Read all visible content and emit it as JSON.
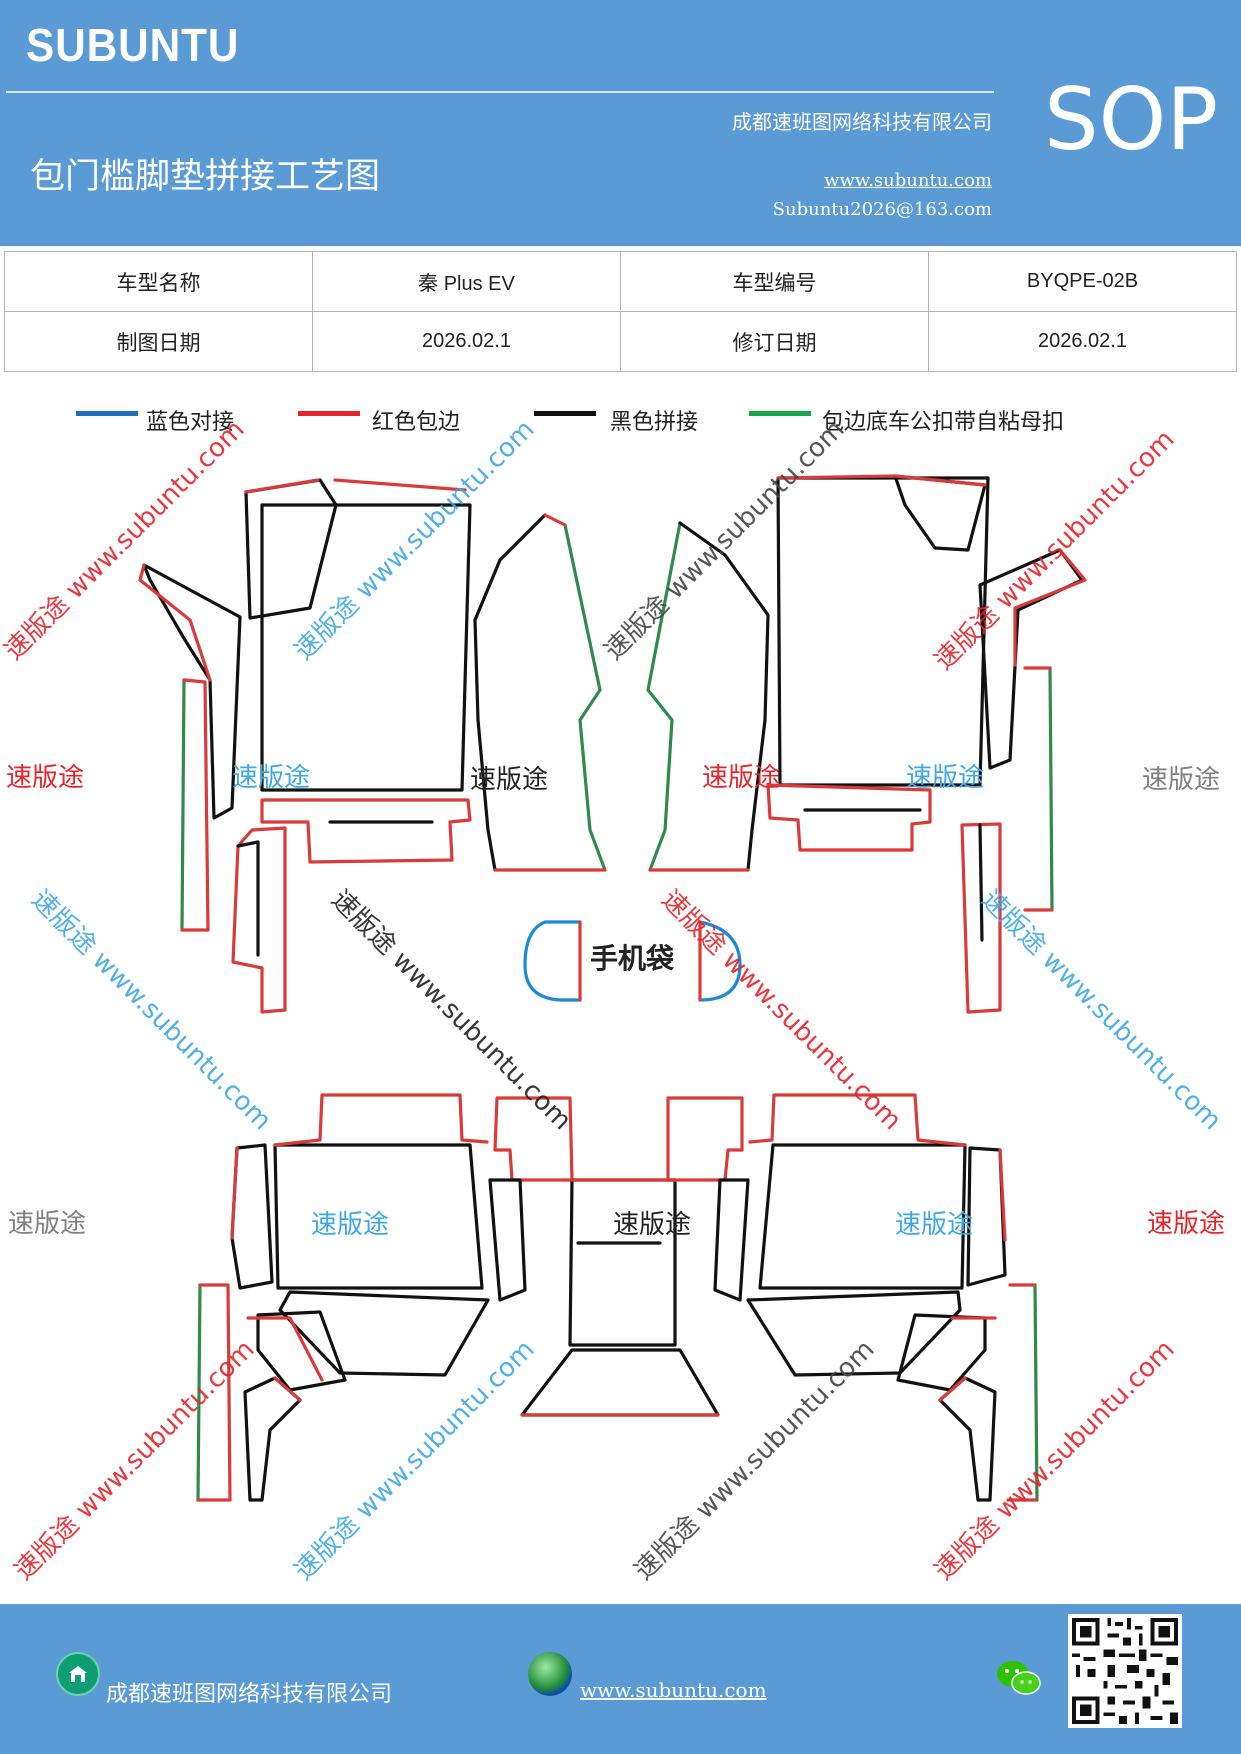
{
  "header": {
    "brand": "SUBUNTU",
    "title": "包门槛脚垫拼接工艺图",
    "company": "成都速班图网络科技有限公司",
    "website": "www.subuntu.com",
    "email": "Subuntu2026@163.com",
    "badge": "SOP",
    "background_color": "#5b9bd5"
  },
  "info": {
    "model_name_label": "车型名称",
    "model_name_value": "秦 Plus EV",
    "model_code_label": "车型编号",
    "model_code_value": "BYQPE-02B",
    "drawing_date_label": "制图日期",
    "drawing_date_value": "2026.02.1",
    "revision_date_label": "修订日期",
    "revision_date_value": "2026.02.1"
  },
  "legend": [
    {
      "label": "蓝色对接",
      "color": "#1f6fc1"
    },
    {
      "label": "红色包边",
      "color": "#e8232a"
    },
    {
      "label": "黑色拼接",
      "color": "#111111"
    },
    {
      "label": "包边底车公扣带自粘母扣",
      "color": "#1aa64a"
    }
  ],
  "diagram": {
    "phone_pocket_label": "手机袋",
    "stroke_colors": {
      "blue": "#1f8ad4",
      "red": "#d93b3b",
      "black": "#111111",
      "green": "#2e8b4a"
    }
  },
  "watermarks": {
    "brand_cn": "速版途",
    "diag_text": "速版途 www.subuntu.com",
    "colors": {
      "red": "#e8232a",
      "blue": "#3ea8e6",
      "gray": "#7f7f7f",
      "black": "#222222"
    }
  },
  "footer": {
    "company": "成都速班图网络科技有限公司",
    "website": "www.subuntu.com",
    "house_icon": "house-icon",
    "globe_icon": "globe-icon",
    "wechat_icon": "wechat-icon",
    "qr_icon": "qr-code"
  }
}
